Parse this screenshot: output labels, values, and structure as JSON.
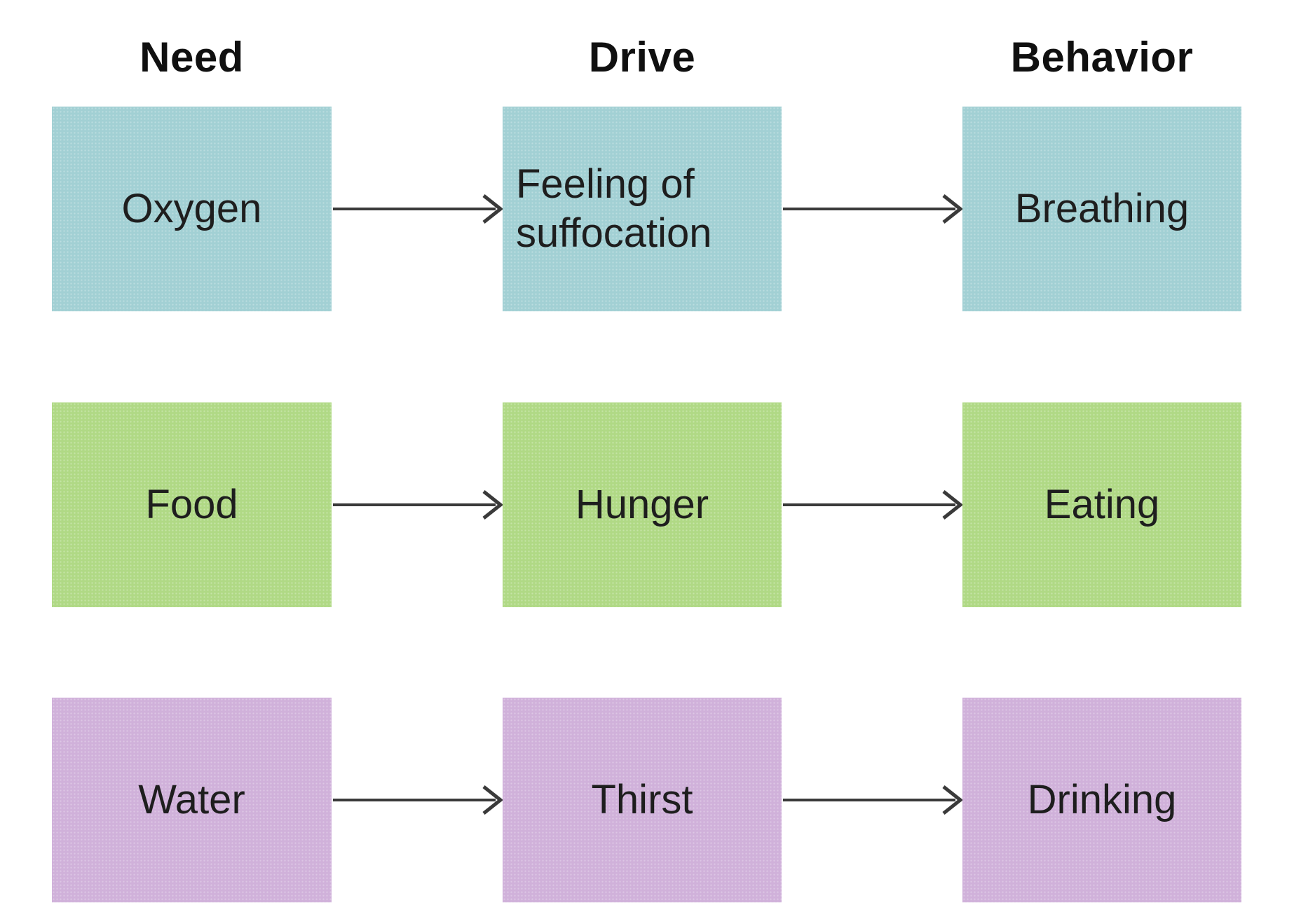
{
  "title": "Need Drive Behavior diagram",
  "background": "#FFFFFF",
  "headers": [
    {
      "label": "Need"
    },
    {
      "label": "Drive"
    },
    {
      "label": "Behavior"
    }
  ],
  "rows": [
    {
      "need": "Oxygen",
      "drive": "Feeling of suffocation",
      "behavior": "Breathing",
      "color": "#A2D0D4"
    },
    {
      "need": "Food",
      "drive": "Hunger",
      "behavior": "Eating",
      "color": "#B0D985"
    },
    {
      "need": "Water",
      "drive": "Thirst",
      "behavior": "Drinking",
      "color": "#D0B1DA"
    }
  ],
  "arrows": {
    "color": "#3A3A3A"
  },
  "text": {
    "label_color": "#1E1E1E",
    "header_color": "#101010"
  }
}
